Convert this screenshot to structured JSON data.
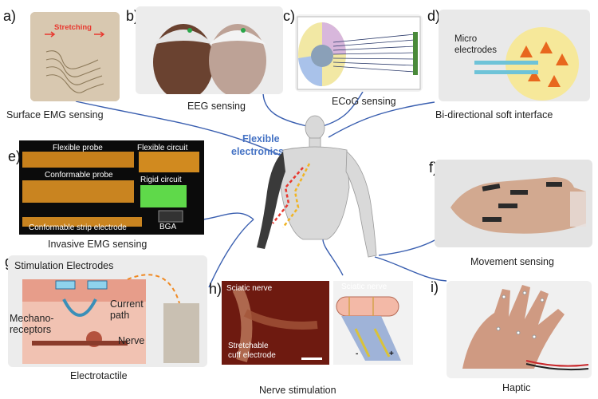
{
  "center": {
    "title_line1": "Flexible",
    "title_line2": "electronics"
  },
  "panels": {
    "a": {
      "letter": "a)",
      "caption": "Surface EMG sensing",
      "inset": "Stretching"
    },
    "b": {
      "letter": "b)",
      "caption": "EEG sensing"
    },
    "c": {
      "letter": "c)",
      "caption": "ECoG sensing"
    },
    "d": {
      "letter": "d)",
      "caption": "Bi-directional soft interface",
      "inset_line1": "Micro",
      "inset_line2": "electrodes"
    },
    "e": {
      "letter": "e)",
      "caption": "Invasive EMG sensing",
      "labels": [
        "Flexible probe",
        "Flexible circuit",
        "Conformable probe",
        "Rigid circuit",
        "Conformable strip electrode",
        "BGA"
      ]
    },
    "f": {
      "letter": "f)",
      "caption": "Movement sensing"
    },
    "g": {
      "letter": "g)",
      "caption": "Electrotactile",
      "title": "Stimulation Electrodes",
      "current_line1": "Current",
      "current_line2": "path",
      "mech_line1": "Mechano-",
      "mech_line2": "receptors",
      "nerve": "Nerve"
    },
    "h": {
      "letter": "h)",
      "caption": "Nerve stimulation",
      "sciatic1": "Sciatic nerve",
      "cuff_line1": "Stretchable",
      "cuff_line2": "cuff electrode",
      "sciatic2": "Sciatic nerve",
      "minus": "-",
      "plus": "+"
    },
    "i": {
      "letter": "i)",
      "caption": "Haptic"
    }
  },
  "colors": {
    "wire": "#3a5fb0",
    "title": "#4472c4",
    "orange": "#f08a24",
    "accent_red": "#d43c2a"
  }
}
